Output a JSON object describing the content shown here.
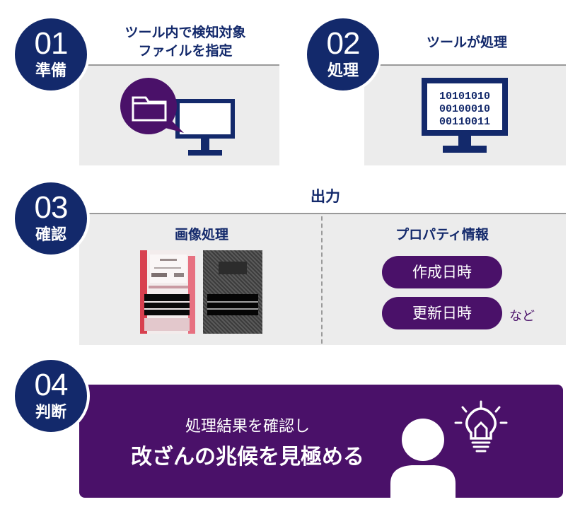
{
  "steps": [
    {
      "num": "01",
      "label": "準備",
      "title_lines": [
        "ツール内で検知対象",
        "ファイルを指定"
      ]
    },
    {
      "num": "02",
      "label": "処理",
      "title": "ツールが処理"
    },
    {
      "num": "03",
      "label": "確認",
      "title": "出力",
      "left_title": "画像処理",
      "right_title": "プロパティ情報",
      "properties": [
        "作成日時",
        "更新日時"
      ],
      "etc": "など"
    },
    {
      "num": "04",
      "label": "判断",
      "line1": "処理結果を確認し",
      "line2": "改ざんの兆候を見極める"
    }
  ],
  "binary_lines": [
    "10101010",
    "00100010",
    "00110011"
  ],
  "colors": {
    "navy": "#13296b",
    "purple": "#4a1169",
    "panel": "#ececec"
  },
  "icons": [
    "folder-icon",
    "monitor-icon",
    "binary-monitor-icon",
    "lightbulb-icon",
    "person-icon"
  ]
}
